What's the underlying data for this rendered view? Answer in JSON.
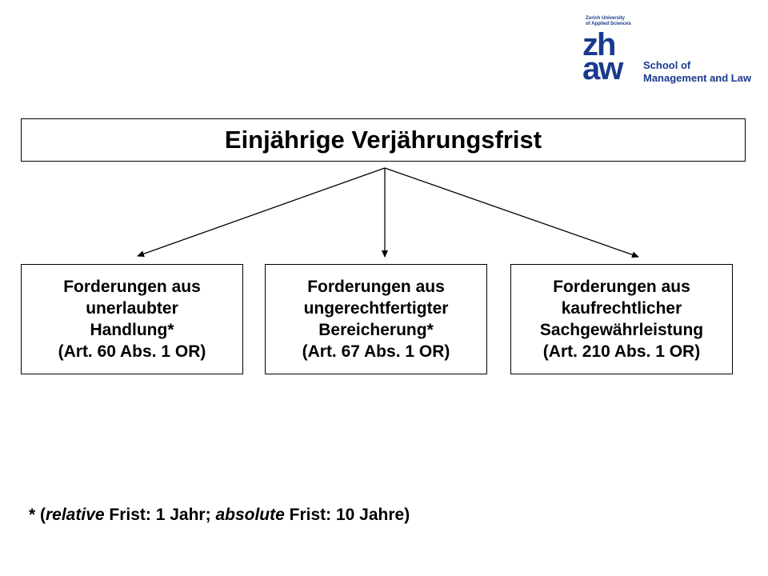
{
  "logo": {
    "university_line1": "Zurich University",
    "university_line2": "of Applied Sciences",
    "mark_top": "zh",
    "mark_bottom": "aw",
    "school_line1": "School of",
    "school_line2": "Management and Law",
    "color": "#1a3a8f"
  },
  "title": "Einjährige Verjährungsfrist",
  "boxes": [
    {
      "line1": "Forderungen aus",
      "line2": "unerlaubter",
      "line3": "Handlung*",
      "line4": "(Art. 60 Abs. 1 OR)"
    },
    {
      "line1": "Forderungen aus",
      "line2": "ungerechtfertigter",
      "line3": "Bereicherung*",
      "line4": "(Art. 67 Abs. 1 OR)"
    },
    {
      "line1": "Forderungen aus",
      "line2": "kaufrechtlicher",
      "line3": "Sachgewährleistung",
      "line4": "(Art. 210 Abs. 1 OR)"
    }
  ],
  "footnote": {
    "prefix": "* (",
    "relative": "relative",
    "middle": " Frist: 1 Jahr; ",
    "absolute": "absolute",
    "suffix": " Frist: 10 Jahre)"
  }
}
